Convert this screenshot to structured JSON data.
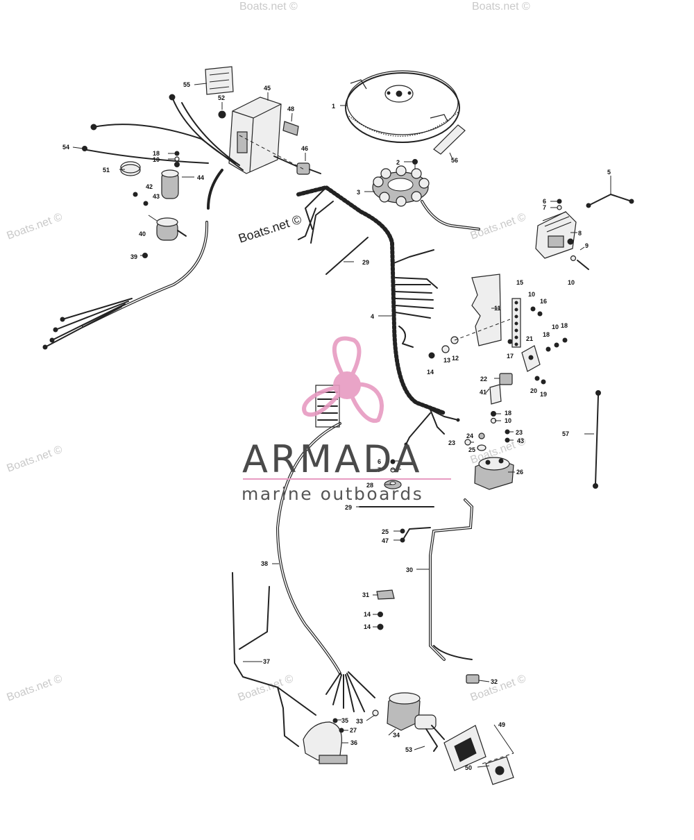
{
  "logo": {
    "title": "ARMADA",
    "subtitle": "marine outboards",
    "accent_color": "#e79bc1"
  },
  "watermark": {
    "text": "Boats.net ©",
    "color": "#c9c9c9"
  },
  "callouts": [
    {
      "id": "c1",
      "label": "1"
    },
    {
      "id": "c2",
      "label": "2"
    },
    {
      "id": "c3",
      "label": "3"
    },
    {
      "id": "c4",
      "label": "4"
    },
    {
      "id": "c5",
      "label": "5"
    },
    {
      "id": "c6a",
      "label": "6"
    },
    {
      "id": "c6b",
      "label": "6"
    },
    {
      "id": "c7a",
      "label": "7"
    },
    {
      "id": "c7b",
      "label": "7"
    },
    {
      "id": "c8",
      "label": "8"
    },
    {
      "id": "c9",
      "label": "9"
    },
    {
      "id": "c10a",
      "label": "10"
    },
    {
      "id": "c10b",
      "label": "10"
    },
    {
      "id": "c10c",
      "label": "10"
    },
    {
      "id": "c10d",
      "label": "10"
    },
    {
      "id": "c10e",
      "label": "10"
    },
    {
      "id": "c11",
      "label": "11"
    },
    {
      "id": "c12",
      "label": "12"
    },
    {
      "id": "c13",
      "label": "13"
    },
    {
      "id": "c14a",
      "label": "14"
    },
    {
      "id": "c14b",
      "label": "14"
    },
    {
      "id": "c14c",
      "label": "14"
    },
    {
      "id": "c15",
      "label": "15"
    },
    {
      "id": "c16",
      "label": "16"
    },
    {
      "id": "c17",
      "label": "17"
    },
    {
      "id": "c18a",
      "label": "18"
    },
    {
      "id": "c18b",
      "label": "18"
    },
    {
      "id": "c18c",
      "label": "18"
    },
    {
      "id": "c18d",
      "label": "18"
    },
    {
      "id": "c19",
      "label": "19"
    },
    {
      "id": "c20",
      "label": "20"
    },
    {
      "id": "c21",
      "label": "21"
    },
    {
      "id": "c22",
      "label": "22"
    },
    {
      "id": "c23a",
      "label": "23"
    },
    {
      "id": "c23b",
      "label": "23"
    },
    {
      "id": "c24",
      "label": "24"
    },
    {
      "id": "c25a",
      "label": "25"
    },
    {
      "id": "c25b",
      "label": "25"
    },
    {
      "id": "c26",
      "label": "26"
    },
    {
      "id": "c27",
      "label": "27"
    },
    {
      "id": "c28",
      "label": "28"
    },
    {
      "id": "c29a",
      "label": "29"
    },
    {
      "id": "c29b",
      "label": "29"
    },
    {
      "id": "c30",
      "label": "30"
    },
    {
      "id": "c31",
      "label": "31"
    },
    {
      "id": "c32",
      "label": "32"
    },
    {
      "id": "c33",
      "label": "33"
    },
    {
      "id": "c34",
      "label": "34"
    },
    {
      "id": "c35",
      "label": "35"
    },
    {
      "id": "c36",
      "label": "36"
    },
    {
      "id": "c37",
      "label": "37"
    },
    {
      "id": "c38",
      "label": "38"
    },
    {
      "id": "c39",
      "label": "39"
    },
    {
      "id": "c40",
      "label": "40"
    },
    {
      "id": "c41",
      "label": "41"
    },
    {
      "id": "c42",
      "label": "42"
    },
    {
      "id": "c43a",
      "label": "43"
    },
    {
      "id": "c43b",
      "label": "43"
    },
    {
      "id": "c44",
      "label": "44"
    },
    {
      "id": "c45",
      "label": "45"
    },
    {
      "id": "c46",
      "label": "46"
    },
    {
      "id": "c47",
      "label": "47"
    },
    {
      "id": "c48",
      "label": "48"
    },
    {
      "id": "c49",
      "label": "49"
    },
    {
      "id": "c50",
      "label": "50"
    },
    {
      "id": "c51",
      "label": "51"
    },
    {
      "id": "c52",
      "label": "52"
    },
    {
      "id": "c53",
      "label": "53"
    },
    {
      "id": "c54",
      "label": "54"
    },
    {
      "id": "c55",
      "label": "55"
    },
    {
      "id": "c56",
      "label": "56"
    },
    {
      "id": "c57",
      "label": "57"
    }
  ]
}
